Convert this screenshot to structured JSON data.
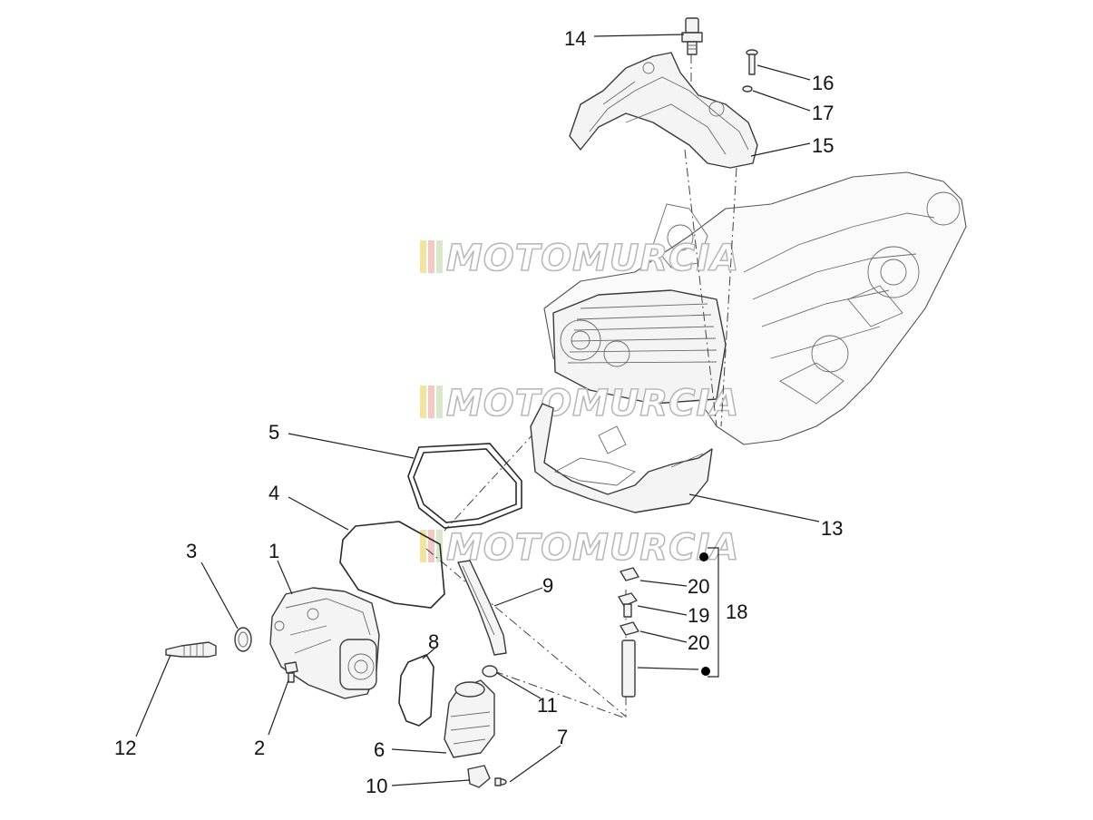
{
  "watermark": {
    "text": "MOTOMURCIA",
    "colors": [
      "#f2e3a0",
      "#f4c9c4",
      "#d8e8c8"
    ]
  },
  "callouts": {
    "c1": "1",
    "c2": "2",
    "c3": "3",
    "c4": "4",
    "c5": "5",
    "c6": "6",
    "c7": "7",
    "c8": "8",
    "c9": "9",
    "c10": "10",
    "c11": "11",
    "c12": "12",
    "c13": "13",
    "c14": "14",
    "c15": "15",
    "c16": "16",
    "c17": "17",
    "c18": "18",
    "c19": "19",
    "c20a": "20",
    "c20b": "20"
  }
}
